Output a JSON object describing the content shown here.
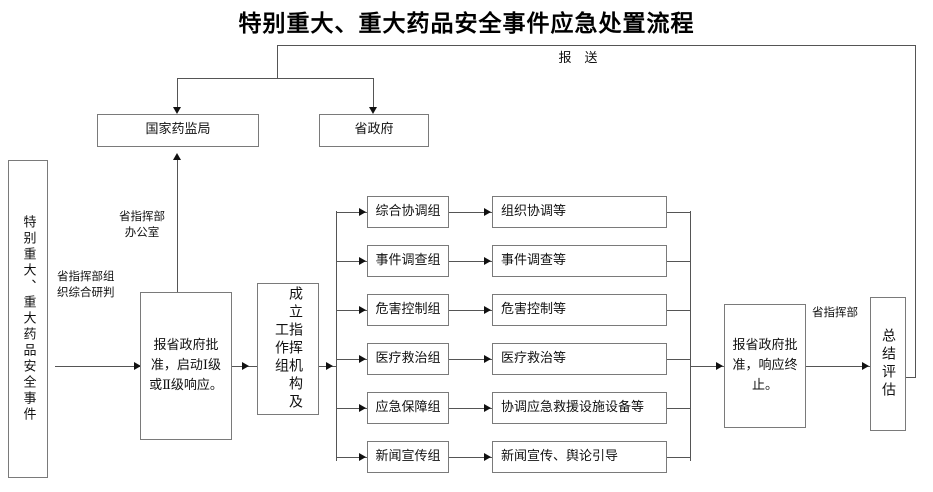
{
  "title": "特别重大、重大药品安全事件应急处置流程",
  "source_box": {
    "label": "特别重大、重大药品安全事件"
  },
  "top_boxes": [
    {
      "name": "national-authority",
      "label": "国家药监局"
    },
    {
      "name": "provincial-government",
      "label": "省政府"
    }
  ],
  "edge_labels": {
    "report_submit": "报　送",
    "provincial_command_office": "省指挥部\n办公室",
    "provincial_command_assessment": "省指挥部组\n织综合研判",
    "provincial_command": "省指挥部"
  },
  "process_boxes": {
    "approve_start": "报省政府批准，启动Ⅰ级或Ⅱ级响应。",
    "establish_command": "成立指挥机构及工作组",
    "approve_end": "报省政府批准，响应终止。",
    "summary_evaluation": "总结评估"
  },
  "work_groups": [
    {
      "group": "综合协调组",
      "duty": "组织协调等"
    },
    {
      "group": "事件调查组",
      "duty": "事件调查等"
    },
    {
      "group": "危害控制组",
      "duty": "危害控制等"
    },
    {
      "group": "医疗救治组",
      "duty": "医疗救治等"
    },
    {
      "group": "应急保障组",
      "duty": "协调应急救援设施设备等"
    },
    {
      "group": "新闻宣传组",
      "duty": "新闻宣传、舆论引导"
    }
  ],
  "colors": {
    "background": "#ffffff",
    "box_border": "#7a7a7a",
    "line": "#555555",
    "text": "#111111"
  }
}
